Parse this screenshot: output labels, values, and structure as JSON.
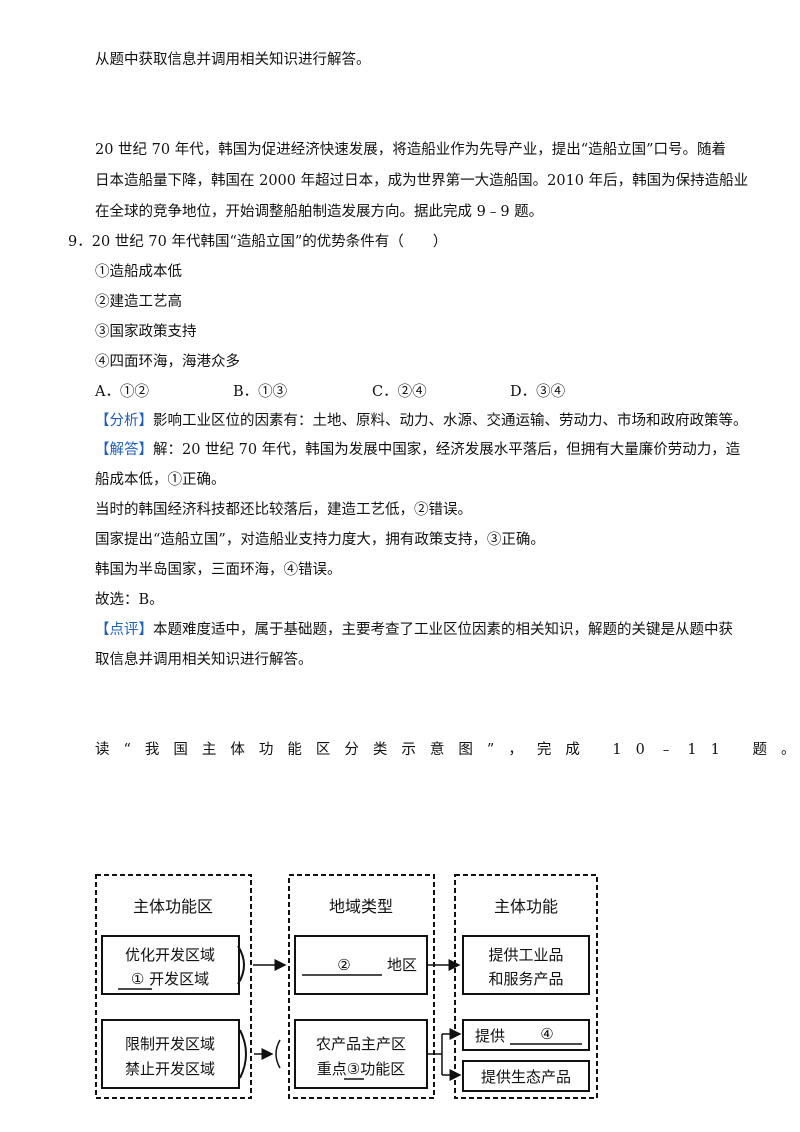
{
  "intro_tail": "从题中获取信息并调用相关知识进行解答。",
  "passage": [
    "20 世纪 70 年代，韩国为促进经济快速发展，将造船业作为先导产业，提出“造船立国”口号。随着",
    "日本造船量下降，韩国在 2000 年超过日本，成为世界第一大造船国。2010 年后，韩国为保持造船业",
    "在全球的竞争地位，开始调整船舶制造发展方向。据此完成 9﹣9 题。"
  ],
  "question": {
    "number": "9．",
    "stem": "20 世纪 70 年代韩国“造船立国”的优势条件有（　　）",
    "items": [
      "①造船成本低",
      "②建造工艺高",
      "③国家政策支持",
      "④四面环海，海港众多"
    ],
    "options": [
      "A．①②",
      "B．①③",
      "C．②④",
      "D．③④"
    ]
  },
  "analysis": {
    "tag": "【分析】",
    "text": "影响工业区位的因素有：土地、原料、动力、水源、交通运输、劳动力、市场和政府政策等。"
  },
  "solution": {
    "tag": "【解答】",
    "line1": "解：20 世纪 70 年代，韩国为发展中国家，经济发展水平落后，但拥有大量廉价劳动力，造",
    "line2": "船成本低，①正确。",
    "lines": [
      "当时的韩国经济科技都还比较落后，建造工艺低，②错误。",
      "国家提出“造船立国”，对造船业支持力度大，拥有政策支持，③正确。",
      "韩国为半岛国家，三面环海，④错误。",
      "故选：B。"
    ]
  },
  "comment": {
    "tag": "【点评】",
    "line1": "本题难度适中，属于基础题，主要考查了工业区位因素的相关知识，解题的关键是从题中获",
    "line2": "取信息并调用相关知识进行解答。"
  },
  "read_prompt": "读“我国主体功能区分类示意图”，完成 10﹣11 题。",
  "diagram": {
    "col1": {
      "title": "主体功能区",
      "box1_line1": "优化开发区域",
      "box1_line2": "① 开发区域",
      "box2_line1": "限制开发区域",
      "box2_line2": "禁止开发区域"
    },
    "col2": {
      "title": "地域类型",
      "box1_blank": "②",
      "box1_suffix": "地区",
      "box2_line1": "农产品主产区",
      "box2_line2": "重点③功能区"
    },
    "col3": {
      "title": "主体功能",
      "box1_line1": "提供工业品",
      "box1_line2": "和服务产品",
      "box2_prefix": "提供",
      "box2_blank": "④",
      "box3": "提供生态产品"
    }
  },
  "colors": {
    "tag": "#1f5fbf",
    "text": "#111111"
  }
}
